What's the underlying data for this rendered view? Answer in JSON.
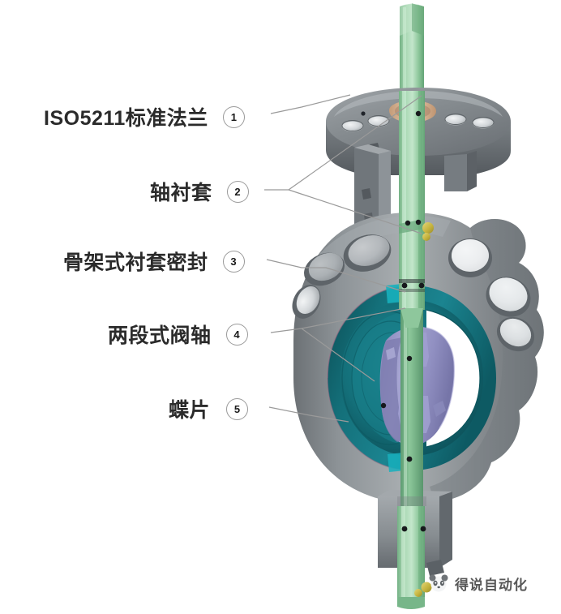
{
  "diagram": {
    "title": "Butterfly valve cutaway component callouts",
    "background_color": "#ffffff"
  },
  "callouts": [
    {
      "number": "1",
      "label": "ISO5211标准法兰"
    },
    {
      "number": "2",
      "label": "轴衬套"
    },
    {
      "number": "3",
      "label": "骨架式衬套密封"
    },
    {
      "number": "4",
      "label": "两段式阀轴"
    },
    {
      "number": "5",
      "label": "蝶片"
    }
  ],
  "watermark": {
    "text": "得说自动化",
    "logo_icon": "panda-logo-icon"
  },
  "colors": {
    "body_gray": "#8b9094",
    "body_gray_dark": "#6d7378",
    "body_gray_light": "#b6babd",
    "liner_teal": "#146e78",
    "liner_teal_dark": "#0d5159",
    "liner_teal_light": "#2a8c95",
    "disc_purple": "#9594c4",
    "disc_purple_dark": "#7b7aac",
    "disc_purple_light": "#acabd6",
    "stem_green": "#93c9a0",
    "stem_green_light": "#b7dcc0",
    "stem_green_dark": "#6fae80",
    "bushing_tan": "#d8b79a",
    "brass": "#c9b845",
    "leader_line": "#9a9a9a",
    "text": "#2b2b2b"
  }
}
